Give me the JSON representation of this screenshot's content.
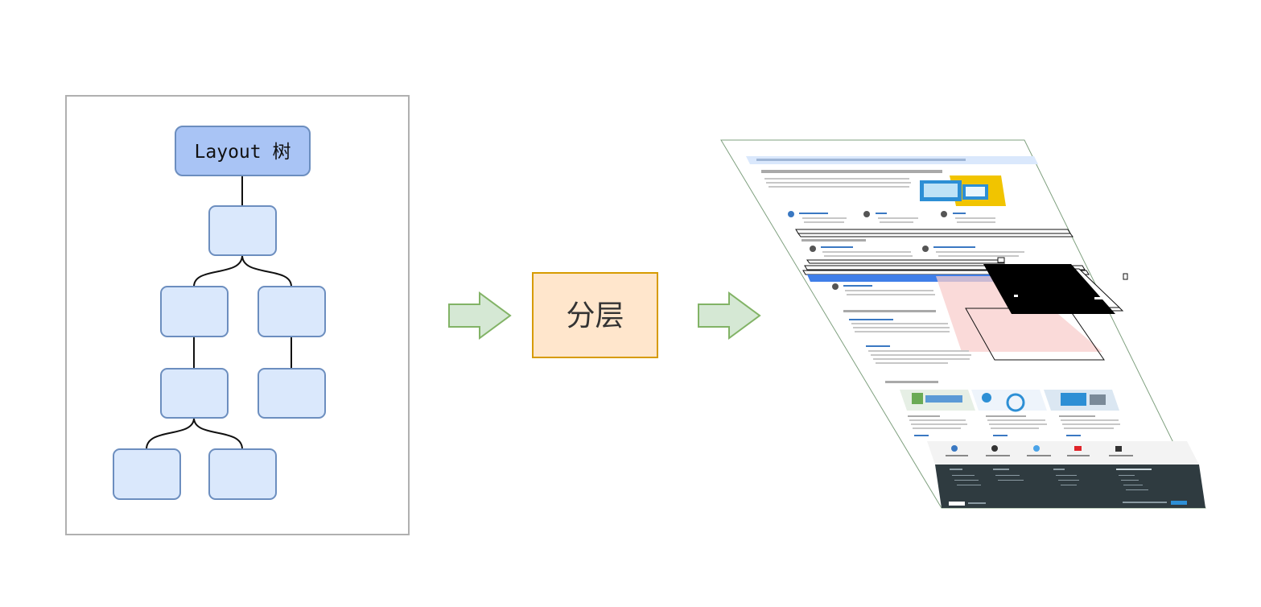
{
  "tree": {
    "root_label": "Layout 树"
  },
  "process": {
    "label": "分层"
  },
  "colors": {
    "root_fill": "#a9c4f5",
    "root_stroke": "#6c8ebf",
    "node_fill": "#dae8fc",
    "node_stroke": "#6c8ebf",
    "arrow_fill": "#d5e8d4",
    "arrow_stroke": "#82b366",
    "process_fill": "#ffe6cc",
    "process_stroke": "#d79b00",
    "layer_pink": "#f8cecc",
    "page_header_blue": "#dae8fc",
    "page_footer_dark": "#2f3b40"
  },
  "icons": {
    "arrow_1": "block-arrow-right",
    "arrow_2": "block-arrow-right"
  }
}
